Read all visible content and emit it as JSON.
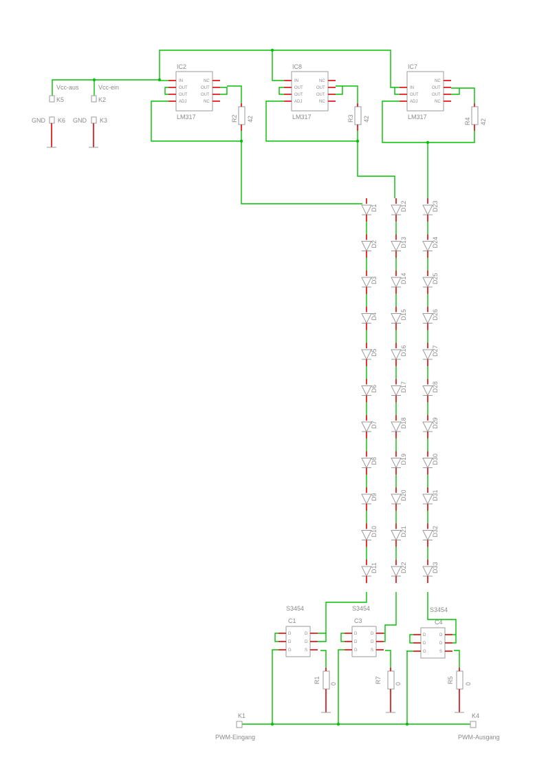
{
  "regulators": [
    {
      "ref": "IC2",
      "part": "LM317",
      "left_pins": [
        "IN",
        "OUT",
        "OUT",
        "ADJ"
      ],
      "right_pins": [
        "NC",
        "OUT",
        "OUT",
        "NC"
      ]
    },
    {
      "ref": "IC8",
      "part": "LM317",
      "left_pins": [
        "IN",
        "OUT",
        "OUT",
        "ADJ"
      ],
      "right_pins": [
        "NC",
        "OUT",
        "OUT",
        "NC"
      ]
    },
    {
      "ref": "IC7",
      "part": "LM317",
      "left_pins": [
        "IN",
        "OUT",
        "ADJ"
      ],
      "right_pins": [
        "NC",
        "OUT",
        "OUT",
        "NC"
      ]
    }
  ],
  "reg_resistors": [
    {
      "ref": "R2",
      "value": "42"
    },
    {
      "ref": "R3",
      "value": "42"
    },
    {
      "ref": "R4",
      "value": "42"
    }
  ],
  "connectors": [
    {
      "ref": "K5",
      "label": "Vcc-aus"
    },
    {
      "ref": "K2",
      "label": "Vcc-ein"
    },
    {
      "ref": "K6",
      "label": "GND"
    },
    {
      "ref": "K3",
      "label": "GND"
    }
  ],
  "led_columns": [
    [
      "D1",
      "D2",
      "D3",
      "D4",
      "D5",
      "D6",
      "D7",
      "D8",
      "D9",
      "D10",
      "D11"
    ],
    [
      "D12",
      "D13",
      "D14",
      "D15",
      "D16",
      "D17",
      "D18",
      "D19",
      "D20",
      "D21",
      "D22"
    ],
    [
      "D23",
      "D24",
      "D25",
      "D26",
      "D27",
      "D28",
      "D29",
      "D30",
      "D31",
      "D32",
      "D33"
    ]
  ],
  "mosfets": [
    {
      "ref": "C1",
      "part": "S3454",
      "left_pins": [
        "D",
        "D",
        "G"
      ],
      "right_pins": [
        "D",
        "D",
        "S"
      ]
    },
    {
      "ref": "C3",
      "part": "S3454",
      "left_pins": [
        "D",
        "D",
        "G"
      ],
      "right_pins": [
        "D",
        "D",
        "S"
      ]
    },
    {
      "ref": "C4",
      "part": "S3454",
      "left_pins": [
        "D",
        "D",
        "G"
      ],
      "right_pins": [
        "D",
        "D",
        "S"
      ]
    }
  ],
  "gate_resistors": [
    {
      "ref": "R1",
      "value": "0"
    },
    {
      "ref": "R7",
      "value": "0"
    },
    {
      "ref": "R5",
      "value": "0"
    }
  ],
  "pwm": {
    "in_ref": "K1",
    "in_label": "PWM-Eingang",
    "out_ref": "K4",
    "out_label": "PWM-Ausgang"
  },
  "colors": {
    "wire": "#00c000",
    "pin": "#e00000",
    "outline": "#9a9a9a",
    "label": "#8a8a8a"
  }
}
